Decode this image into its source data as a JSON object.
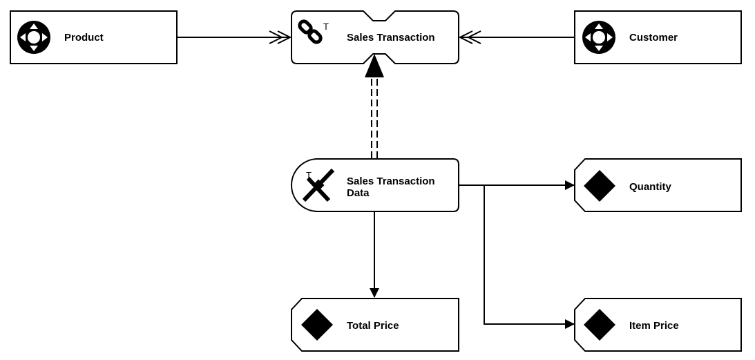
{
  "nodes": {
    "product": {
      "label": "Product",
      "icon": "navigation-cross-icon"
    },
    "sales_transaction": {
      "label": "Sales Transaction",
      "marker": "T",
      "icon": "chain-link-icon"
    },
    "customer": {
      "label": "Customer",
      "icon": "navigation-cross-icon"
    },
    "sales_transaction_data": {
      "label_line1": "Sales Transaction",
      "label_line2": "Data",
      "marker": "T",
      "icon": "satellite-icon"
    },
    "quantity": {
      "label": "Quantity",
      "icon": "diamond-icon"
    },
    "total_price": {
      "label": "Total Price",
      "icon": "diamond-icon"
    },
    "item_price": {
      "label": "Item Price",
      "icon": "diamond-icon"
    }
  },
  "colors": {
    "stroke": "#000000",
    "fill": "#ffffff",
    "icon": "#000000"
  }
}
